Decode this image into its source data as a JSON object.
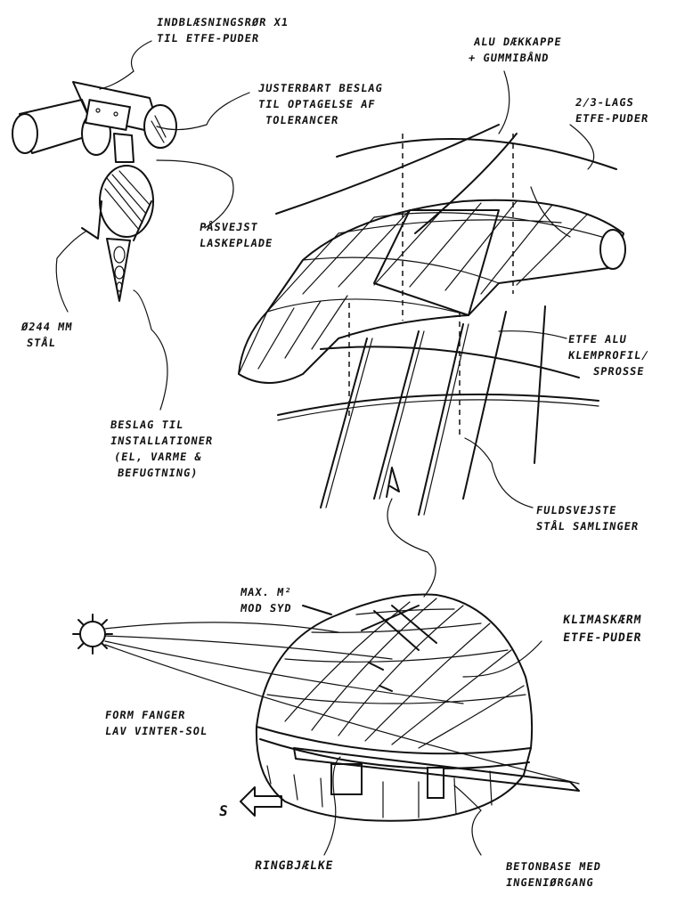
{
  "labels": {
    "pipes": [
      "INDBLÆSNINGSRØR X1",
      "TIL ETFE-PUDER"
    ],
    "bracket": [
      "JUSTERBART BESLAG",
      "TIL OPTAGELSE AF",
      "TOLERANCER"
    ],
    "cover": [
      "ALU DÆKKAPPE",
      "+ GUMMIBÅND"
    ],
    "cushions": [
      "2/3-LAGS",
      "ETFE-PUDER"
    ],
    "plate": [
      "PÅSVEJST",
      "LASKEPLADE"
    ],
    "steel": [
      "Ø244 MM",
      "STÅL"
    ],
    "profile": [
      "ETFE ALU",
      "KLEMPROFIL/",
      "SPROSSE"
    ],
    "installations": [
      "BESLAG TIL",
      "INSTALLATIONER",
      "(EL, VARME &",
      "BEFUGTNING)"
    ],
    "joints": [
      "FULDSVEJSTE",
      "STÅL SAMLINGER"
    ],
    "sun": [
      "MAX. M²",
      "MOD SYD"
    ],
    "screen": [
      "KLIMASKÆRM",
      "ETFE-PUDER"
    ],
    "form": [
      "FORM FANGER",
      "LAV VINTER-SOL"
    ],
    "ring": [
      "RINGBJÆLKE"
    ],
    "base": [
      "BETONBASE MED",
      "INGENIØRGANG"
    ],
    "south": "S"
  },
  "icons": [
    "sun-icon",
    "compass-arrow-icon",
    "up-arrow-icon"
  ]
}
